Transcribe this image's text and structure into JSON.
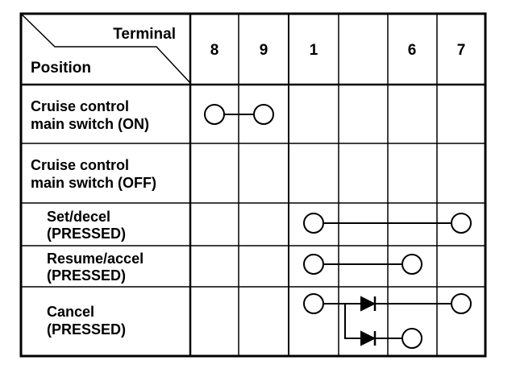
{
  "header": {
    "terminal_label": "Terminal",
    "position_label": "Position"
  },
  "terminals": [
    "8",
    "9",
    "1",
    "",
    "6",
    "7"
  ],
  "rows": [
    {
      "line1": "Cruise control",
      "line2": "main switch (ON)"
    },
    {
      "line1": "Cruise control",
      "line2": "main switch (OFF)"
    },
    {
      "line1": "Set/decel",
      "line2": "(PRESSED)"
    },
    {
      "line1": "Resume/accel",
      "line2": "(PRESSED)"
    },
    {
      "line1": "Cancel",
      "line2": "(PRESSED)"
    }
  ],
  "connections": [
    {
      "row": 0,
      "from_terminal": "8",
      "to_terminal": "9",
      "type": "continuity"
    },
    {
      "row": 2,
      "from_terminal": "1",
      "to_terminal": "7",
      "type": "continuity"
    },
    {
      "row": 3,
      "from_terminal": "1",
      "to_terminal": "6",
      "type": "continuity"
    },
    {
      "row": 4,
      "from_terminal": "1",
      "to_terminal": "7",
      "type": "diode"
    },
    {
      "row": 4,
      "from_terminal": "1",
      "to_terminal": "6",
      "type": "diode"
    }
  ],
  "colors": {
    "line": "#000000",
    "background": "#ffffff"
  }
}
